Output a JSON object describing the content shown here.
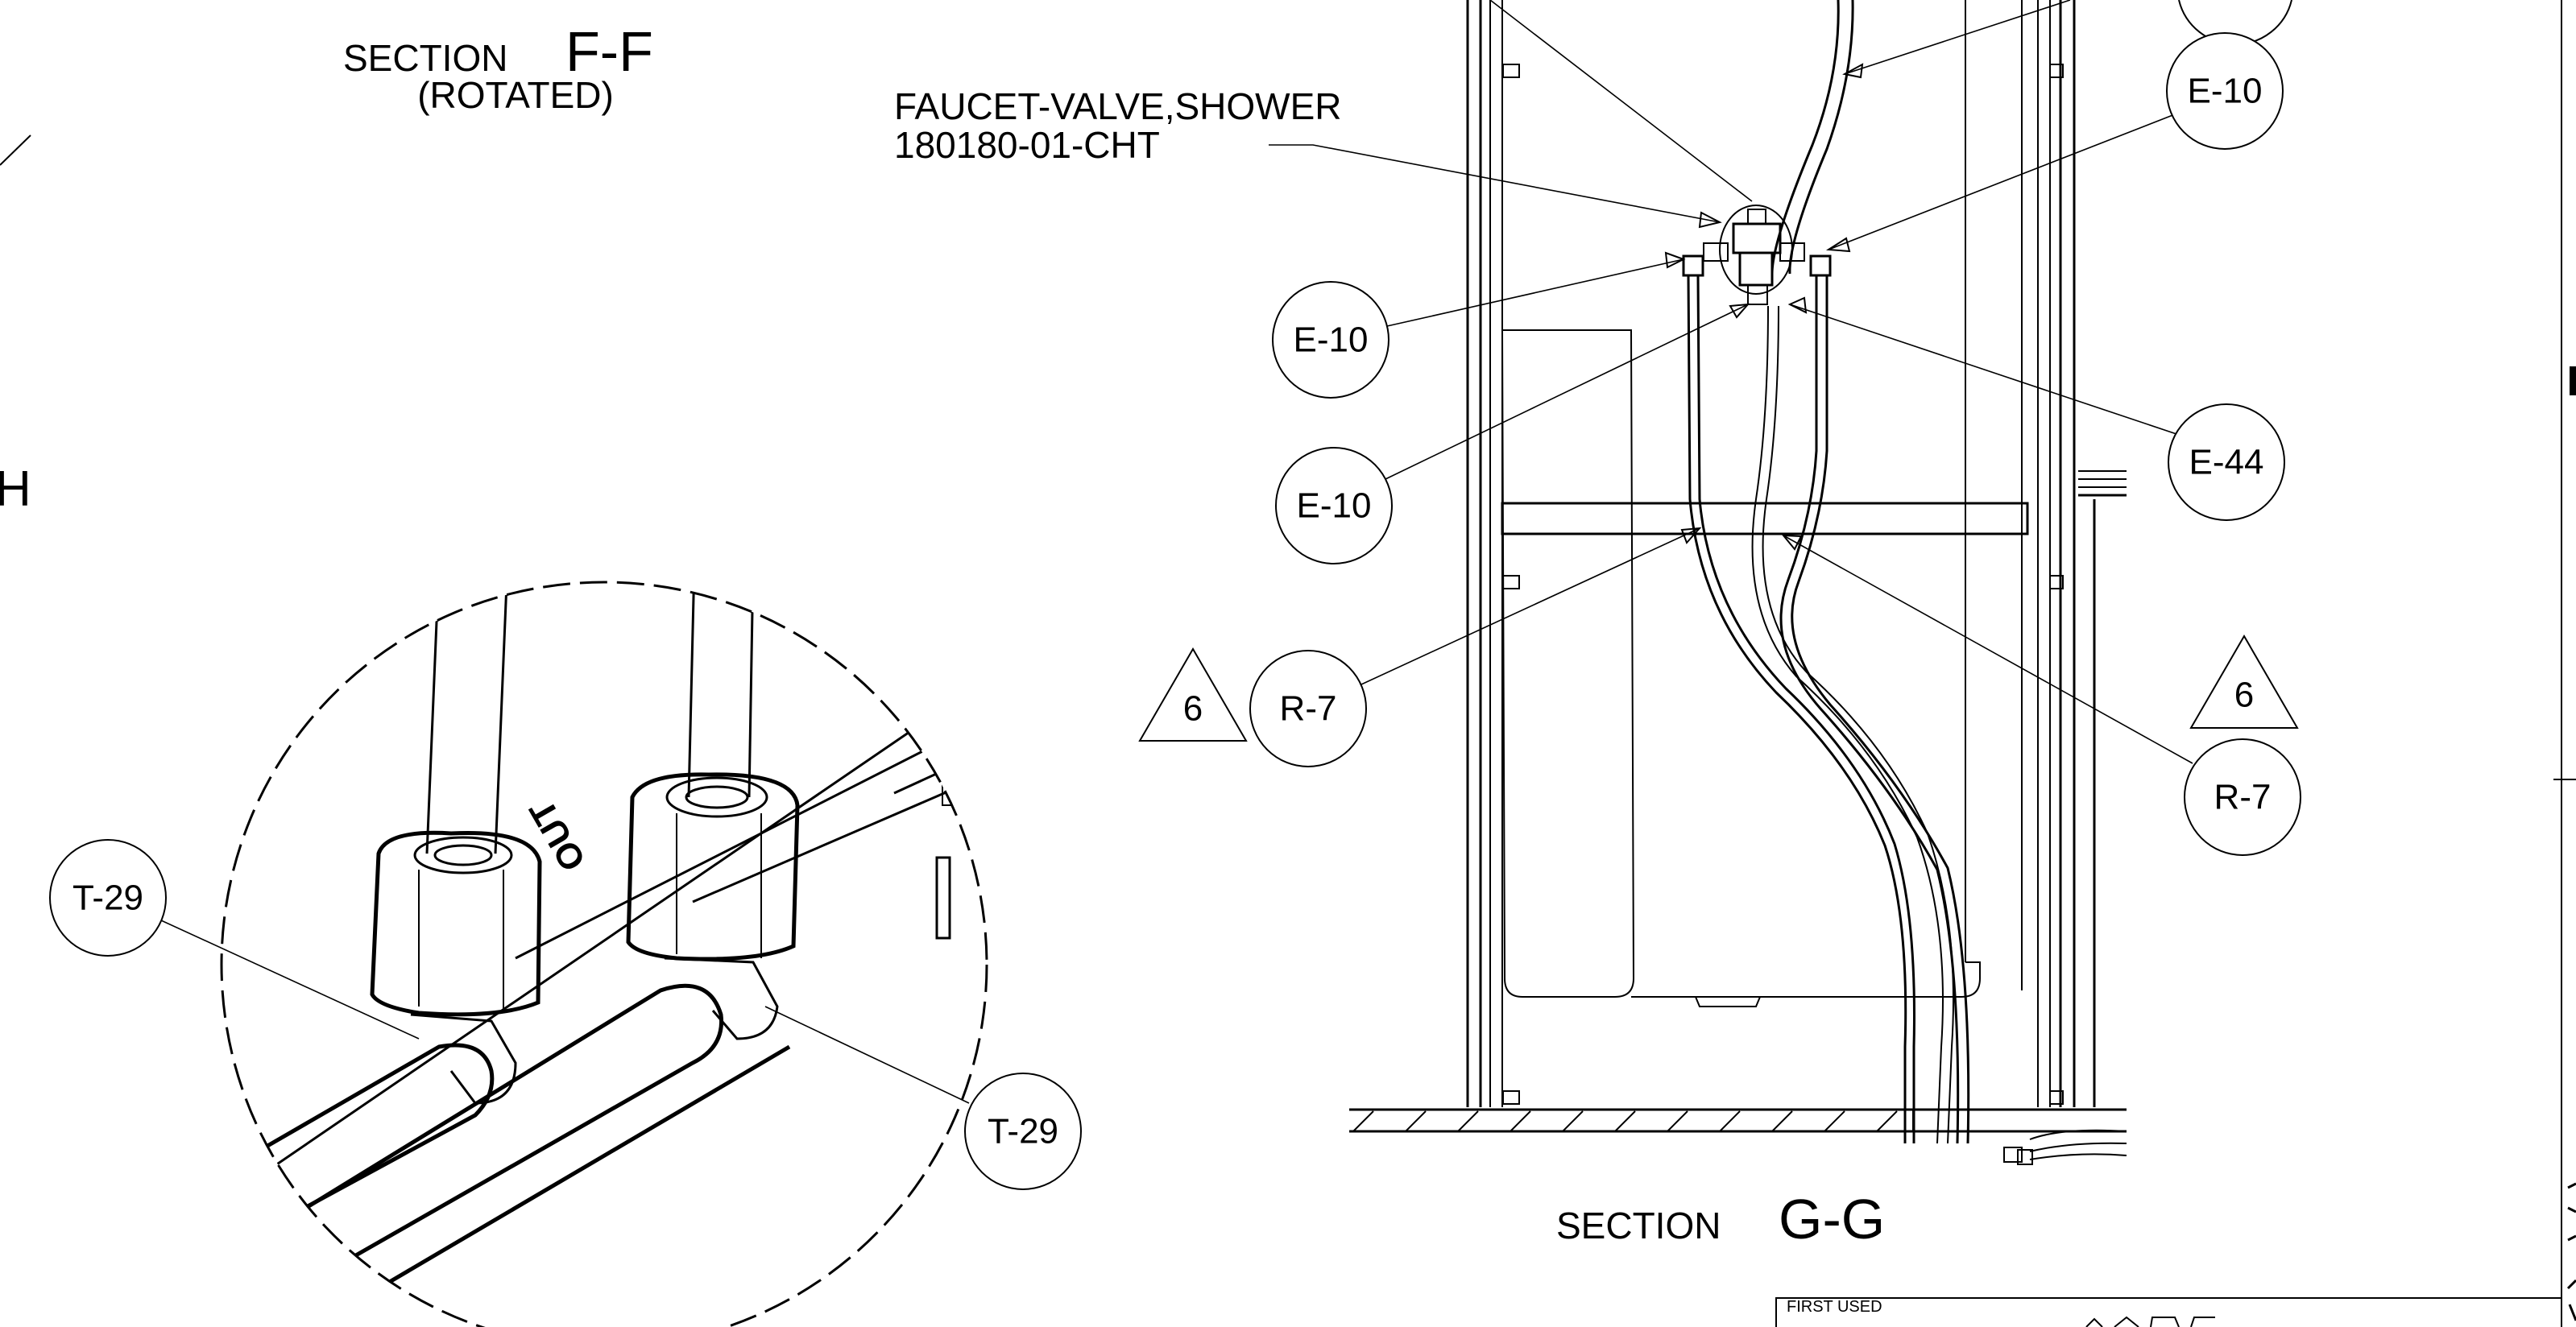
{
  "section_f": {
    "prefix": "SECTION",
    "letters": "F-F",
    "subtitle": "(ROTATED)"
  },
  "section_g": {
    "prefix": "SECTION",
    "letters": "G-G"
  },
  "part_note": {
    "line1": "FAUCET-VALVE,SHOWER",
    "line2": "180180-01-CHT"
  },
  "callouts": {
    "t29_left": "T-29",
    "t29_right": "T-29",
    "e10_top_right": "E-10",
    "e10_left_upper": "E-10",
    "e10_left_lower": "E-10",
    "e44": "E-44",
    "r7_left": "R-7",
    "r7_right": "R-7"
  },
  "revision_flags": {
    "left": "6",
    "right": "6"
  },
  "detail_text": {
    "out_stamp": "OUT"
  },
  "edge_fragments": {
    "left_letter": "H"
  },
  "title_block": {
    "first_used_label": "FIRST USED"
  }
}
